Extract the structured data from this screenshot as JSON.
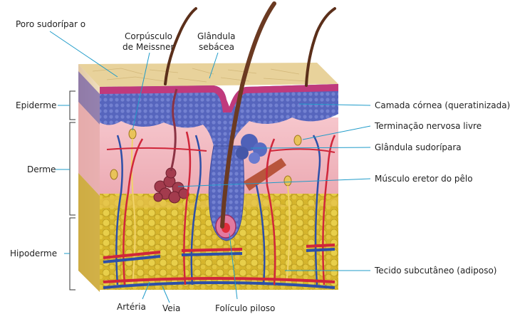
{
  "labels": {
    "poro": "Poro sudorípar o",
    "corpusculo_1": "Corpúsculo",
    "corpusculo_2": "de Meissner",
    "glandula_seb_1": "Glândula",
    "glandula_seb_2": "sebácea",
    "epiderme": "Epiderme",
    "derme": "Derme",
    "hipoderme": "Hipoderme",
    "camada": "Camada córnea (queratinizada)",
    "terminacao": "Terminação nervosa livre",
    "glandula_sud": "Glândula sudorípara",
    "musculo": "Músculo eretor do pêlo",
    "tecido": "Tecido subcutâneo (adiposo)",
    "arteria": "Artéria",
    "veia": "Veia",
    "foliculo": "Folículo piloso"
  },
  "colors": {
    "leader": "#1f9bc9",
    "surface": "#e9d29a",
    "epidermis": "#4f5fb7",
    "dermis": "#f2b9c0",
    "hypodermis": "#d8b92e",
    "artery": "#d0263a",
    "vein": "#2d4fa8",
    "hair": "#6b3a22"
  }
}
